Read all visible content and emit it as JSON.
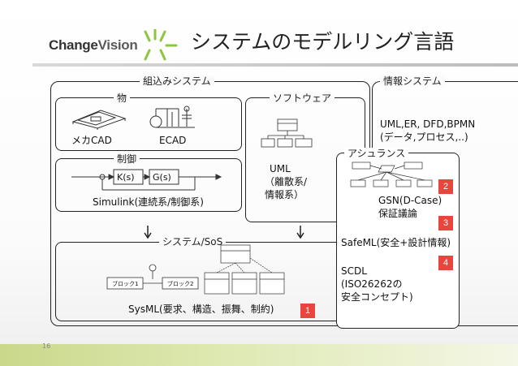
{
  "logo": {
    "text_change": "Change",
    "text_vision": "Vision"
  },
  "title": "システムのモデルリング言語",
  "embedded": {
    "label": "組込みシステム",
    "physical": {
      "label": "物",
      "mechcad": "メカCAD",
      "ecad": "ECAD"
    },
    "control": {
      "label": "制御",
      "k_block": "K(s)",
      "g_block": "G(s)",
      "caption": "Simulink(連続系/制御系)"
    },
    "software": {
      "label": "ソフトウェア",
      "uml_line1": "UML",
      "uml_line2": "（離散系/",
      "uml_line3": "情報系）"
    }
  },
  "info_system": {
    "label": "情報システム",
    "line1": "UML,ER, DFD,BPMN",
    "line2": "(データ,プロセス,..)"
  },
  "sos": {
    "label": "システム/SoS",
    "block1": "ブロック1",
    "block2": "ブロック2",
    "caption": "SysML(要求、構造、振舞、制約)",
    "badge": "1"
  },
  "assurance": {
    "label": "アシュランス",
    "gsn_line1": "GSN(D-Case)",
    "gsn_line2": "保証議論",
    "badge2": "2",
    "safeml": "SafeML(安全+設計情報)",
    "badge3": "3",
    "scdl_line1": "SCDL",
    "scdl_line2": "(ISO26262の",
    "scdl_line3": "安全コンセプト)",
    "badge4": "4"
  },
  "page_number": "16",
  "colors": {
    "badge": "#e8453c",
    "logo_green": "#8cc63f",
    "footer": "#c9d88a"
  }
}
